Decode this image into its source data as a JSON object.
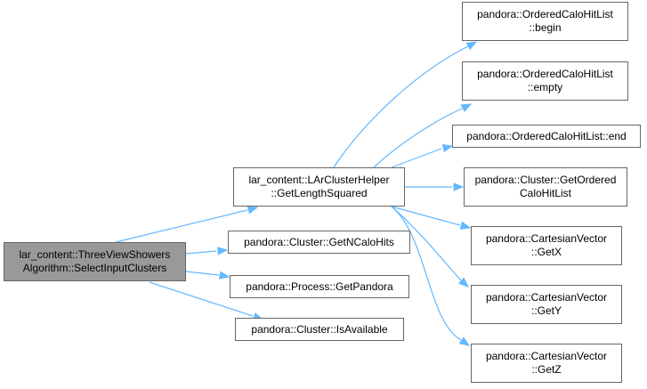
{
  "graph": {
    "colors": {
      "edge": "#63b8ff",
      "node_border": "#666666",
      "root_fill": "#999999",
      "node_fill": "#ffffff"
    },
    "nodes": {
      "root": {
        "lines": [
          "lar_content::ThreeViewShowers",
          "Algorithm::SelectInputClusters"
        ]
      },
      "getlen": {
        "lines": [
          "lar_content::LArClusterHelper",
          "::GetLengthSquared"
        ]
      },
      "getncalo": {
        "lines": [
          "pandora::Cluster::GetNCaloHits"
        ]
      },
      "getpand": {
        "lines": [
          "pandora::Process::GetPandora"
        ]
      },
      "isavail": {
        "lines": [
          "pandora::Cluster::IsAvailable"
        ]
      },
      "begin": {
        "lines": [
          "pandora::OrderedCaloHitList",
          "::begin"
        ]
      },
      "empty": {
        "lines": [
          "pandora::OrderedCaloHitList",
          "::empty"
        ]
      },
      "end": {
        "lines": [
          "pandora::OrderedCaloHitList::end"
        ]
      },
      "getord": {
        "lines": [
          "pandora::Cluster::GetOrdered",
          "CaloHitList"
        ]
      },
      "getx": {
        "lines": [
          "pandora::CartesianVector",
          "::GetX"
        ]
      },
      "gety": {
        "lines": [
          "pandora::CartesianVector",
          "::GetY"
        ]
      },
      "getz": {
        "lines": [
          "pandora::CartesianVector",
          "::GetZ"
        ]
      }
    },
    "edges": [
      [
        "root",
        "getlen"
      ],
      [
        "root",
        "getncalo"
      ],
      [
        "root",
        "getpand"
      ],
      [
        "root",
        "isavail"
      ],
      [
        "getlen",
        "begin"
      ],
      [
        "getlen",
        "empty"
      ],
      [
        "getlen",
        "end"
      ],
      [
        "getlen",
        "getord"
      ],
      [
        "getlen",
        "getx"
      ],
      [
        "getlen",
        "gety"
      ],
      [
        "getlen",
        "getz"
      ]
    ]
  }
}
